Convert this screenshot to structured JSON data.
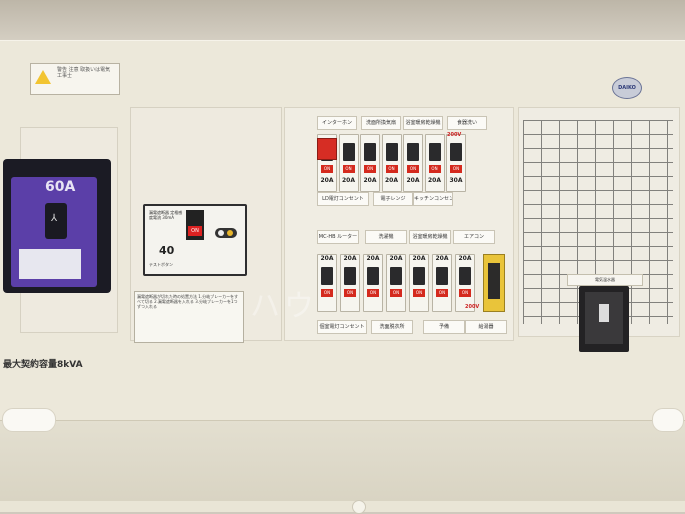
{
  "panel": {
    "main_breaker_amp": "60A",
    "elcb_amp": "40",
    "elcb_on": "ON",
    "contract_capacity": "最大契約容量8kVA",
    "watermark": "ハウ",
    "logo": "DAIKO",
    "warning": "警告 注意 取扱いは電気工事士",
    "elcb_text": "漏電遮断器 定格感度電流 30mA",
    "elcb_text2": "テストボタン",
    "note_card": "漏電遮断器が切れた時の処置方法 1.分岐ブレーカーをすべて切る 2.漏電遮断器を入れる 3.分岐ブレーカーを1つずつ入れる",
    "aux_label": "電気温水器"
  },
  "branch_top_labels": [
    "インターホン",
    "洗面所換気扇",
    "浴室暖房乾燥機",
    "食器洗い"
  ],
  "branch_top_amps": [
    "20A",
    "20A",
    "20A",
    "20A",
    "20A",
    "20A",
    "30A"
  ],
  "branch_top_volt": "200V",
  "branch_mid_labels": [
    "LD電灯コンセント",
    "電子レンジ",
    "キッチンコンセント"
  ],
  "branch_mid2_labels": [
    "洗濯機",
    "浴室暖房乾燥機",
    "エアコン"
  ],
  "branch_mid2_first": "MC-HB ルーター",
  "branch_bottom_amps": [
    "20A",
    "20A",
    "20A",
    "20A",
    "20A",
    "20A",
    "20A"
  ],
  "branch_bottom_volt": "200V",
  "branch_bottom_labels": [
    "個室電灯コンセント",
    "洗面脱衣所",
    "予備",
    "給湯器"
  ],
  "on_label": "ON"
}
